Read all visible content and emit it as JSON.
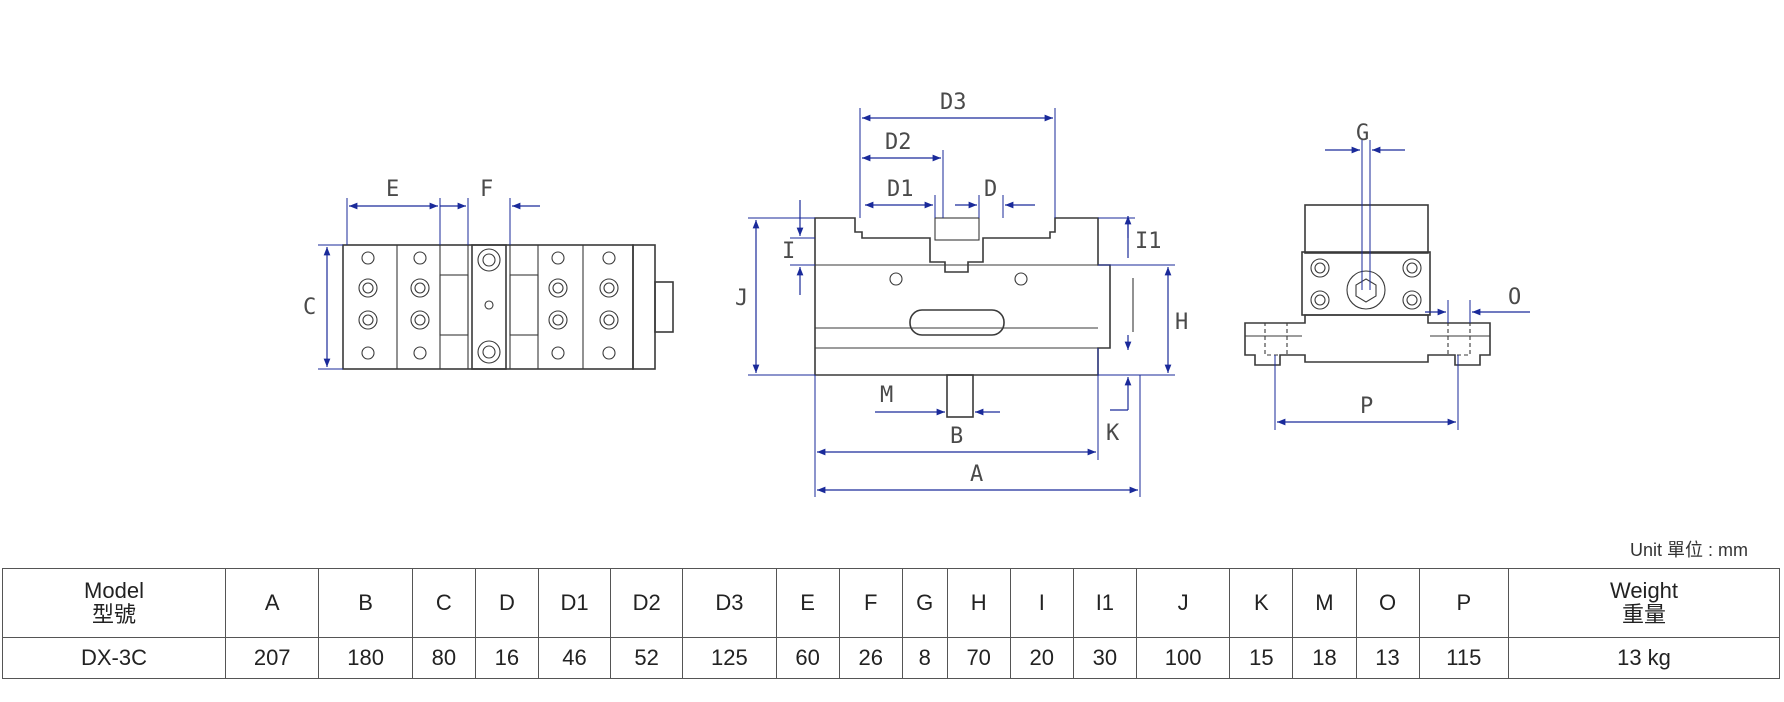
{
  "dimension_labels": {
    "A": "A",
    "B": "B",
    "C": "C",
    "D": "D",
    "D1": "D1",
    "D2": "D2",
    "D3": "D3",
    "E": "E",
    "F": "F",
    "G": "G",
    "H": "H",
    "I": "I",
    "I1": "I1",
    "J": "J",
    "K": "K",
    "M": "M",
    "O": "O",
    "P": "P"
  },
  "unit_label": "Unit 單位 : mm",
  "table": {
    "model_header": "Model",
    "model_header_zh": "型號",
    "columns": [
      "A",
      "B",
      "C",
      "D",
      "D1",
      "D2",
      "D3",
      "E",
      "F",
      "G",
      "H",
      "I",
      "I1",
      "J",
      "K",
      "M",
      "O",
      "P"
    ],
    "weight_header": "Weight",
    "weight_header_zh": "重量",
    "row": {
      "model": "DX-3C",
      "values": [
        "207",
        "180",
        "80",
        "16",
        "46",
        "52",
        "125",
        "60",
        "26",
        "8",
        "70",
        "20",
        "30",
        "100",
        "15",
        "18",
        "13",
        "115"
      ],
      "weight": "13 kg"
    }
  },
  "colors": {
    "dimension": "#1a2a9a",
    "outline": "#3a3a3a",
    "text": "#222222"
  }
}
